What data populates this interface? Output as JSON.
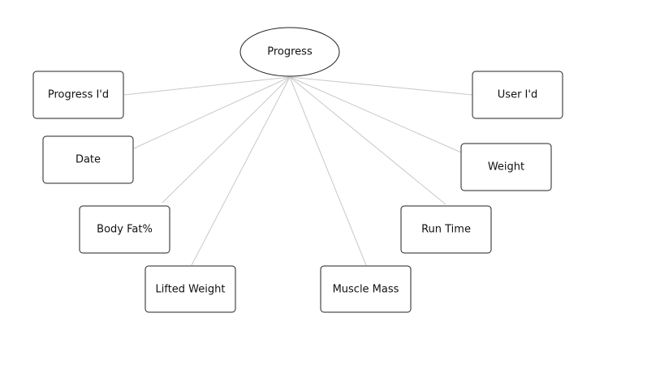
{
  "diagram": {
    "center": {
      "label": "Progress"
    },
    "attributes": [
      {
        "id": "progress-id",
        "label": "Progress I'd"
      },
      {
        "id": "date",
        "label": "Date"
      },
      {
        "id": "body-fat",
        "label": "Body Fat%"
      },
      {
        "id": "lifted-weight",
        "label": "Lifted Weight"
      },
      {
        "id": "muscle-mass",
        "label": "Muscle Mass"
      },
      {
        "id": "run-time",
        "label": "Run Time"
      },
      {
        "id": "weight",
        "label": "Weight"
      },
      {
        "id": "user-id",
        "label": "User I'd"
      }
    ]
  }
}
